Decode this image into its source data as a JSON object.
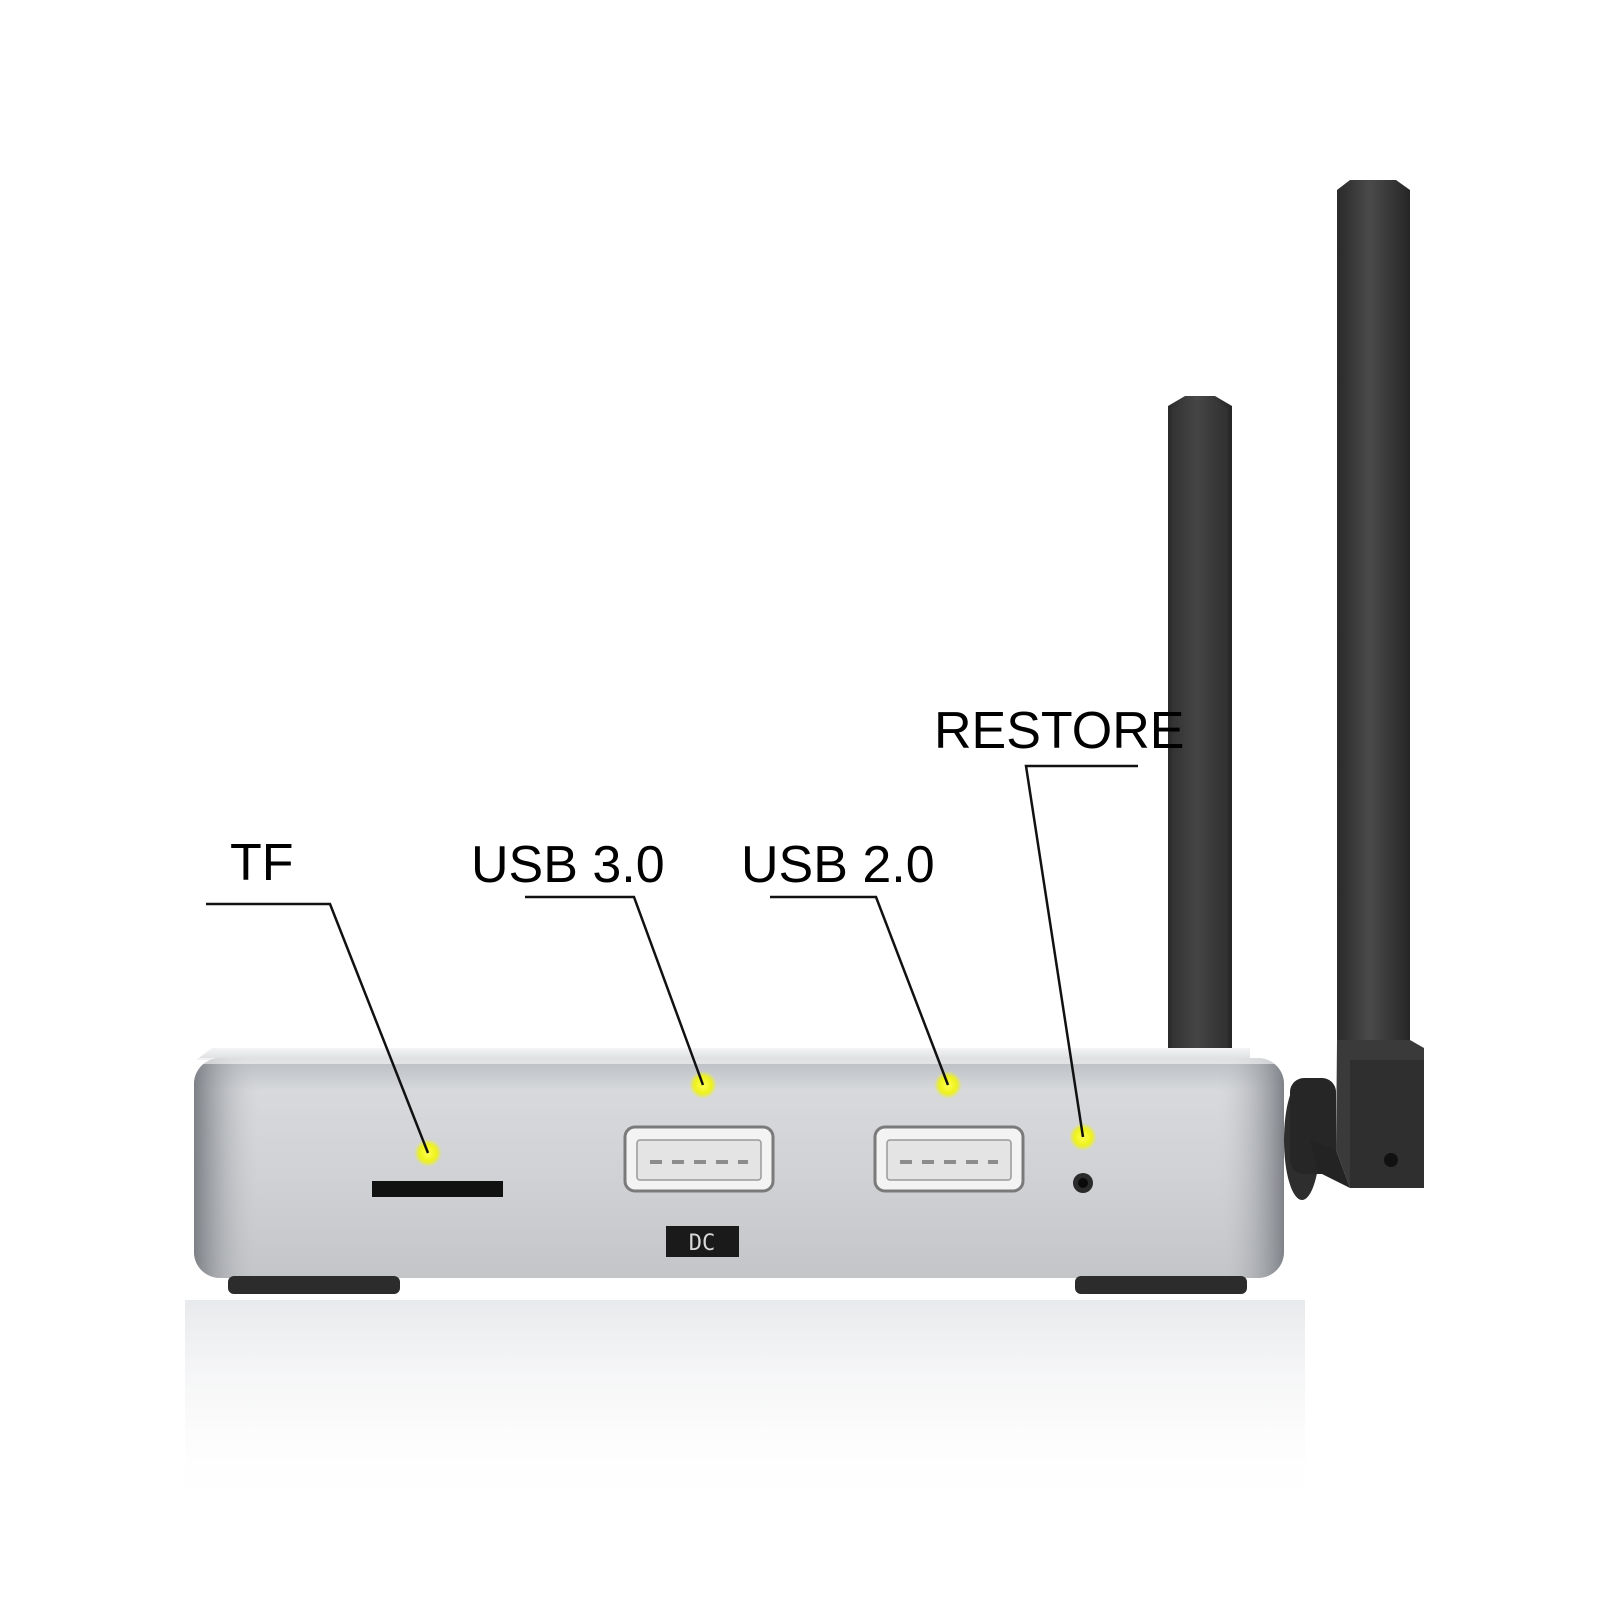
{
  "image": {
    "subject": "TV box front panel with two antennas",
    "background_color": "#ffffff"
  },
  "callouts": {
    "tf": {
      "label": "TF"
    },
    "usb3": {
      "label": "USB 3.0"
    },
    "usb2": {
      "label": "USB 2.0"
    },
    "restore": {
      "label": "RESTORE"
    }
  },
  "device": {
    "dc_label": "DC",
    "body_color": "#c7c9cd",
    "antenna_color": "#3a3a3a",
    "marker_color": "#f2f51a"
  }
}
